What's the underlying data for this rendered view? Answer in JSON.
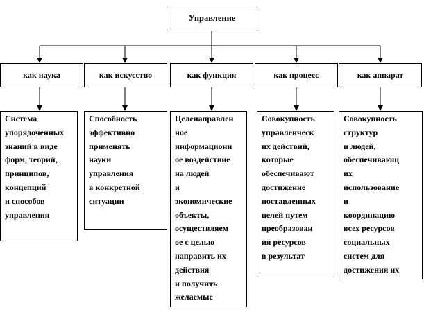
{
  "root": {
    "label": "Управление"
  },
  "columns": [
    {
      "heading": "как наука",
      "description": "Система\nупорядоченных\nзнаний в виде\nформ, теорий,\nпринципов,\nконцепций\nи способов\nуправления"
    },
    {
      "heading": "как искусство",
      "description": "Способность\nэффективно\nприменять\nнауки\nуправления\nв конкретной\nситуации"
    },
    {
      "heading": "как функция",
      "description": "Целенаправлен\nное\nинформационн\nое воздействие\nна людей\nи\nэкономические\nобъекты,\nосуществляем\nое с целью\nнаправить их\nдействия\nи получить\nжелаемые\nрезультаты"
    },
    {
      "heading": "как процесс",
      "description": "Совокупность\nуправленческ\nих действий,\nкоторые\nобеспечивают\nдостижение\nпоставленных\nцелей путем\nпреобразован\nия ресурсов\nв результат"
    },
    {
      "heading": "как аппарат",
      "description": "Совокупность\nструктур\nи людей,\nобеспечивающ\nих\nиспользование\nи\nкоординацию\nвсех ресурсов\nсоциальных\nсистем для\nдостижения их\nцелей"
    }
  ]
}
